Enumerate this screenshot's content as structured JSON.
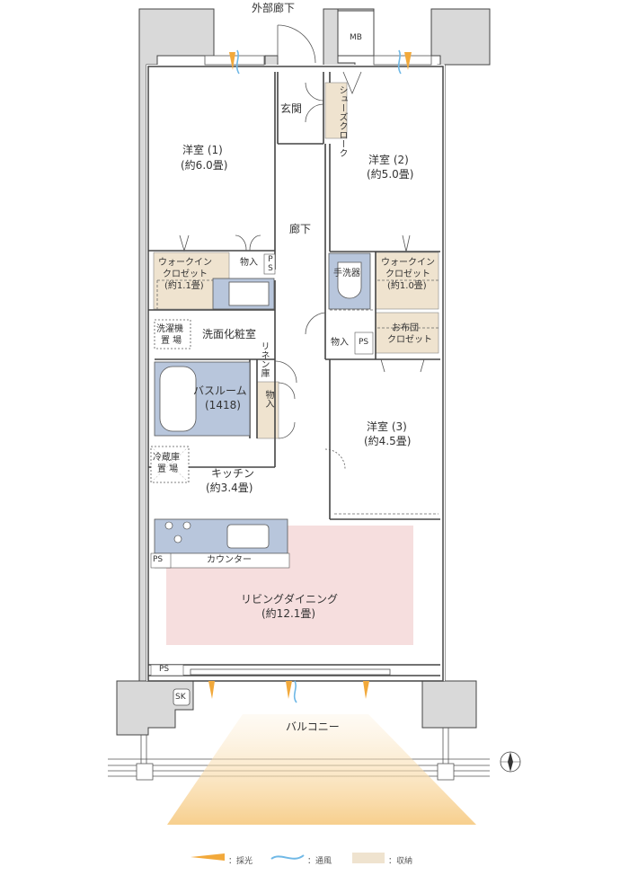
{
  "labels": {
    "outer_corridor": "外部廊下",
    "mb": "MB",
    "entrance": "玄関",
    "shoe_closet": "シューズクローク",
    "room1_name": "洋室 (1)",
    "room1_size": "(約6.0畳)",
    "room2_name": "洋室 (2)",
    "room2_size": "(約5.0畳)",
    "hallway": "廊下",
    "wic1_line1": "ウォークイン",
    "wic1_line2": "クロゼット",
    "wic1_size": "(約1.1畳)",
    "storage1": "物入",
    "ps1": "PS",
    "washbasin": "手洗器",
    "wic2_line1": "ウォークイン",
    "wic2_line2": "クロゼット",
    "wic2_size": "(約1.0畳)",
    "washer_line1": "洗濯機",
    "washer_line2": "置 場",
    "powder_room": "洗面化粧室",
    "linen": "リネン庫",
    "storage2": "物入",
    "ps2": "PS",
    "futon_line1": "お布団",
    "futon_line2": "クロゼット",
    "bathroom_name": "バスルーム",
    "bathroom_size": "(1418)",
    "storage3": "物入",
    "room3_name": "洋室 (3)",
    "room3_size": "(約4.5畳)",
    "fridge_line1": "冷蔵庫",
    "fridge_line2": "置 場",
    "kitchen_name": "キッチン",
    "kitchen_size": "(約3.4畳)",
    "ps3": "PS",
    "counter": "カウンター",
    "living_name": "リビングダイニング",
    "living_size": "(約12.1畳)",
    "ps4": "PS",
    "sk": "SK",
    "balcony": "バルコニー"
  },
  "legend": {
    "light": "：採光",
    "ventilation": "：通風",
    "storage": "：収納"
  },
  "colors": {
    "wall": "#d9d9d9",
    "wall_stroke": "#444444",
    "storage_fill": "#efe3cf",
    "living_fill": "#f6dede",
    "fixture_fill": "#b8c6dc",
    "light_arrow": "#f2a93b",
    "vent_arrow": "#6fb8e6"
  }
}
